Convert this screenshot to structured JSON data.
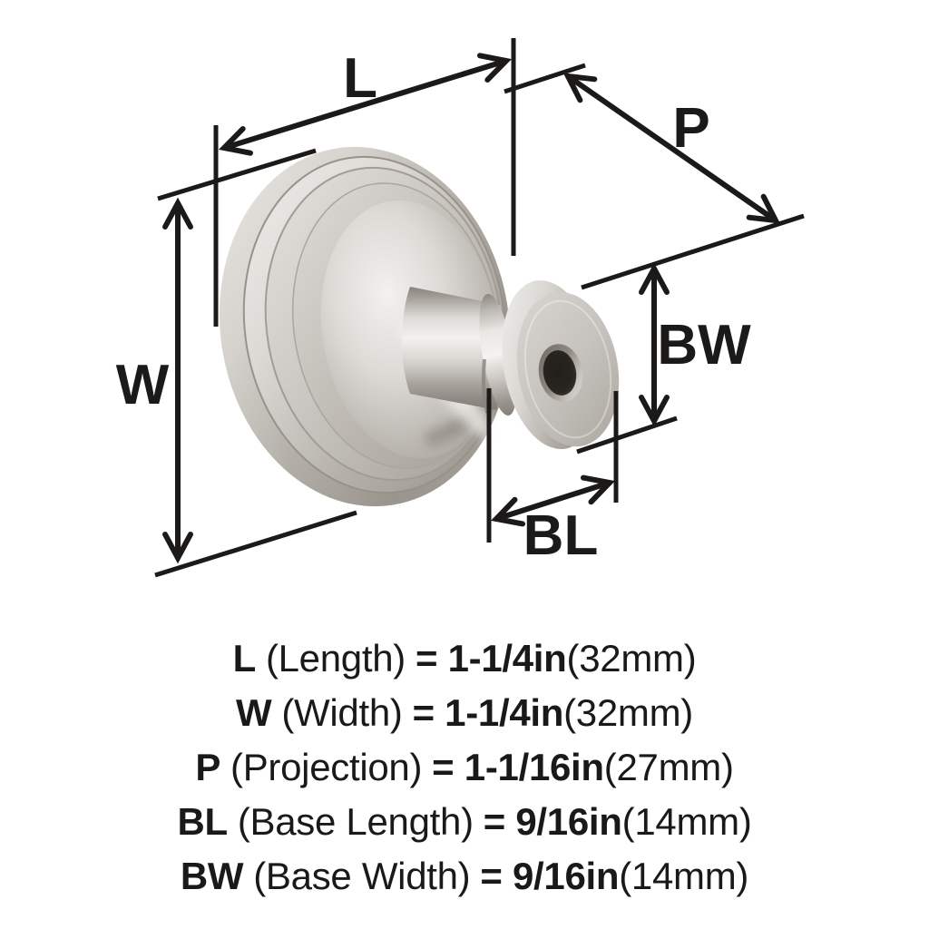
{
  "diagram": {
    "labels": {
      "length": "L",
      "width": "W",
      "projection": "P",
      "base_width": "BW",
      "base_length": "BL"
    }
  },
  "specs": [
    {
      "abbr": "L",
      "name": "(Length)",
      "value": "= 1-1/4in",
      "metric": "(32mm)"
    },
    {
      "abbr": "W",
      "name": "(Width)",
      "value": "= 1-1/4in",
      "metric": "(32mm)"
    },
    {
      "abbr": "P",
      "name": "(Projection)",
      "value": "= 1-1/16in",
      "metric": "(27mm)"
    },
    {
      "abbr": "BL",
      "name": "(Base Length)",
      "value": "= 9/16in",
      "metric": "(14mm)"
    },
    {
      "abbr": "BW",
      "name": "(Base Width)",
      "value": "= 9/16in",
      "metric": "(14mm)"
    }
  ],
  "colors": {
    "annotation": "#1c1a19",
    "background": "#ffffff",
    "metal_highlight": "#f2f1ef",
    "metal_mid": "#c6c3be",
    "metal_shadow": "#8f8a83",
    "screw_hole": "#211f1b"
  }
}
